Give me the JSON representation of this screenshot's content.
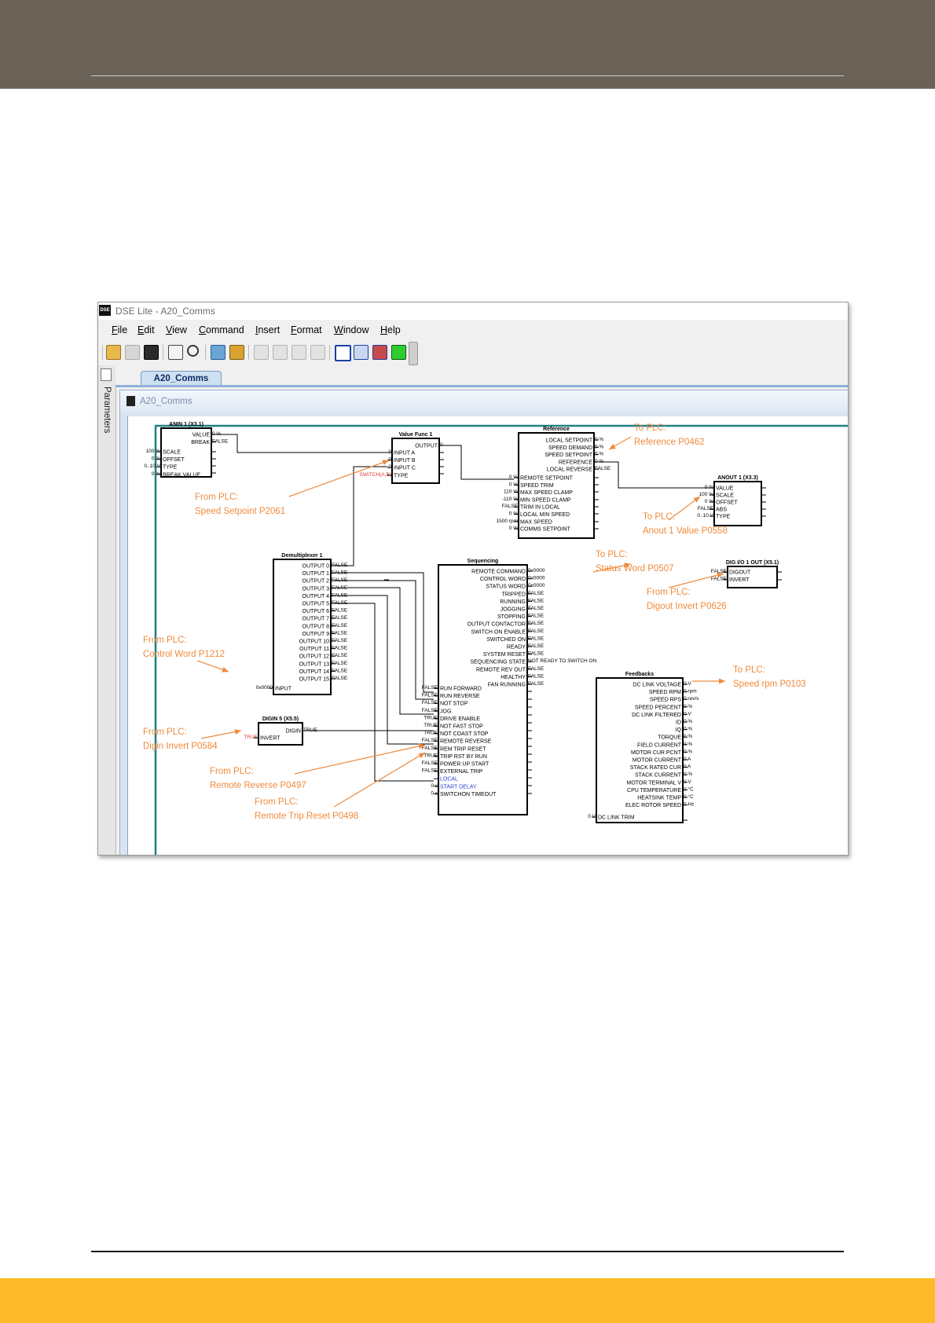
{
  "window": {
    "title": "DSE Lite - A20_Comms",
    "app_icon_text": "DSE",
    "menu": [
      "File",
      "Edit",
      "View",
      "Command",
      "Insert",
      "Format",
      "Window",
      "Help"
    ],
    "side_panel_label": "Parameters",
    "tab_label": "A20_Comms",
    "child_window_title": "A20_Comms"
  },
  "diagram": {
    "anin": {
      "title": "ANIN 1 (X3.1)",
      "ports_in": [
        "SCALE",
        "OFFSET",
        "TYPE",
        "BREAK VALUE"
      ],
      "values_in": [
        "100 %",
        "0 %",
        "0..10 V",
        "0 %"
      ],
      "ports_out": [
        "VALUE",
        "BREAK"
      ],
      "values_out": [
        "0 %",
        "FALSE"
      ]
    },
    "value_func": {
      "title": "Value Func 1",
      "ports_in": [
        "INPUT A",
        "INPUT B",
        "INPUT C",
        "TYPE"
      ],
      "values_in": [
        "0",
        "0",
        "0",
        "SWITCH(A,B)"
      ],
      "ports_out": [
        "OUTPUT"
      ],
      "values_out": [
        "0"
      ]
    },
    "reference": {
      "title": "Reference",
      "ports_out": [
        "LOCAL SETPOINT",
        "SPEED DEMAND",
        "SPEED SETPOINT",
        "REFERENCE",
        "LOCAL REVERSE"
      ],
      "values_out": [
        "0 %",
        "0 %",
        "0 %",
        "0 %",
        "FALSE"
      ],
      "ports_in": [
        "REMOTE SETPOINT",
        "SPEED TRIM",
        "MAX SPEED CLAMP",
        "MIN SPEED CLAMP",
        "TRIM IN LOCAL",
        "LOCAL MIN SPEED",
        "MAX SPEED",
        "COMMS SETPOINT"
      ],
      "values_in": [
        "0 %",
        "0 %",
        "110 %",
        "-110 %",
        "FALSE",
        "0 %",
        "1500 rpm",
        "0 %"
      ]
    },
    "anout": {
      "title": "ANOUT 1 (X3.3)",
      "ports_in": [
        "VALUE",
        "SCALE",
        "OFFSET",
        "ABS",
        "TYPE"
      ],
      "values_in": [
        "0 %",
        "100 %",
        "0 %",
        "FALSE",
        "0..10 V"
      ]
    },
    "demux": {
      "title": "Demultiplexer 1",
      "ports_out": [
        "OUTPUT 0",
        "OUTPUT 1",
        "OUTPUT 2",
        "OUTPUT 3",
        "OUTPUT 4",
        "OUTPUT 5",
        "OUTPUT 6",
        "OUTPUT 7",
        "OUTPUT 8",
        "OUTPUT 9",
        "OUTPUT 10",
        "OUTPUT 11",
        "OUTPUT 12",
        "OUTPUT 13",
        "OUTPUT 14",
        "OUTPUT 15"
      ],
      "values_out": [
        "FALSE",
        "FALSE",
        "FALSE",
        "FALSE",
        "FALSE",
        "FALSE",
        "FALSE",
        "FALSE",
        "FALSE",
        "FALSE",
        "FALSE",
        "FALSE",
        "FALSE",
        "FALSE",
        "FALSE",
        "FALSE"
      ],
      "ports_in": [
        "INPUT"
      ],
      "values_in": [
        "0x0000"
      ]
    },
    "sequencing": {
      "title": "Sequencing",
      "ports_out": [
        "REMOTE COMMAND",
        "CONTROL WORD",
        "STATUS WORD",
        "TRIPPED",
        "RUNNING",
        "JOGGING",
        "STOPPING",
        "OUTPUT CONTACTOR",
        "SWITCH ON ENABLE",
        "SWITCHED ON",
        "READY",
        "SYSTEM RESET",
        "SEQUENCING STATE",
        "REMOTE REV OUT",
        "HEALTHY",
        "FAN RUNNING"
      ],
      "values_out": [
        "0x0000",
        "0x0000",
        "0x0000",
        "FALSE",
        "FALSE",
        "FALSE",
        "FALSE",
        "FALSE",
        "FALSE",
        "FALSE",
        "FALSE",
        "FALSE",
        "NOT READY TO SWITCH ON",
        "FALSE",
        "FALSE",
        "FALSE"
      ],
      "ports_in": [
        "RUN FORWARD",
        "RUN REVERSE",
        "NOT STOP",
        "JOG",
        "DRIVE ENABLE",
        "NOT FAST STOP",
        "NOT COAST STOP",
        "REMOTE REVERSE",
        "REM TRIP RESET",
        "TRIP RST BY RUN",
        "POWER UP START",
        "EXTERNAL TRIP",
        "LOCAL",
        "START DELAY",
        "SWITCHON TIMEOUT"
      ],
      "values_in": [
        "FALSE",
        "FALSE",
        "FALSE",
        "FALSE",
        "TRUE",
        "TRUE",
        "TRUE",
        "FALSE",
        "FALSE",
        "TRUE",
        "FALSE",
        "FALSE",
        "",
        "0 s",
        "0 s"
      ]
    },
    "digin": {
      "title": "DIGIN 5 (X5.5)",
      "ports_in": [
        "INVERT"
      ],
      "values_in": [
        "TRUE"
      ],
      "ports_out": [
        "DIGIN"
      ],
      "values_out": [
        "TRUE"
      ]
    },
    "digout": {
      "title": "DIG I/O 1 OUT (X5.1)",
      "ports_in": [
        "DIGOUT",
        "INVERT"
      ],
      "values_in": [
        "FALSE",
        "FALSE"
      ]
    },
    "feedbacks": {
      "title": "Feedbacks",
      "ports_out": [
        "DC LINK VOLTAGE",
        "SPEED RPM",
        "SPEED RPS",
        "SPEED PERCENT",
        "DC LINK FILTERED",
        "ID",
        "IQ",
        "TORQUE",
        "FIELD CURRENT",
        "MOTOR CUR PCNT",
        "MOTOR CURRENT",
        "STACK RATED CUR",
        "STACK CURRENT",
        "MOTOR TERMINAL V",
        "CPU TEMPERATURE",
        "HEATSINK TEMP",
        "ELEC ROTOR SPEED"
      ],
      "values_out": [
        "0 V",
        "0 rpm",
        "0 rev/s",
        "0 %",
        "0 V",
        "0 %",
        "0 %",
        "0 %",
        "0 %",
        "0 %",
        "0 A",
        "0 A",
        "0 %",
        "0 V",
        "0 °C",
        "0 °C",
        "0 Hz"
      ],
      "ports_in": [
        "DC LINK TRIM"
      ],
      "values_in": [
        "0 V"
      ]
    },
    "annotations": [
      {
        "line1": "To PLC:",
        "line2": "Reference P0462"
      },
      {
        "line1": "From PLC:",
        "line2": "Speed Setpoint P2061"
      },
      {
        "line1": "To PLC:",
        "line2": "Anout 1 Value P0558"
      },
      {
        "line1": "To PLC:",
        "line2": "Status Word P0507"
      },
      {
        "line1": "From PLC:",
        "line2": "Digout Invert P0626"
      },
      {
        "line1": "From PLC:",
        "line2": "Control Word P1212"
      },
      {
        "line1": "To PLC:",
        "line2": "Speed rpm P0103"
      },
      {
        "line1": "From PLC:",
        "line2": "Digin Invert P0584"
      },
      {
        "line1": "From PLC:",
        "line2": "Remote Reverse P0497"
      },
      {
        "line1": "From PLC:",
        "line2": "Remote Trip Reset P0498"
      }
    ]
  },
  "colors": {
    "header_band": "#6b6257",
    "footer_band": "#fdb927",
    "annotation": "#f08a3c",
    "diagram_frame": "#1f7f86",
    "highlight_red": "#d9362b",
    "link_blue": "#2a3fd6"
  }
}
